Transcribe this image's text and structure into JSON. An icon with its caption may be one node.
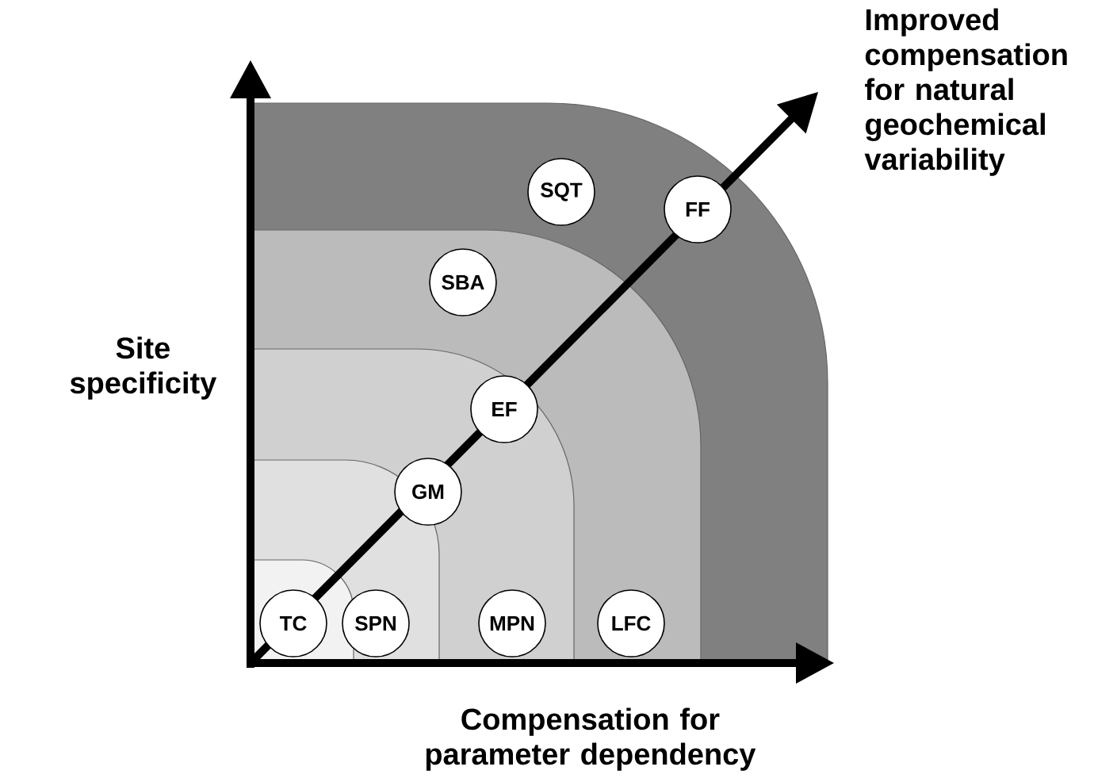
{
  "diagram": {
    "nodes": [
      {
        "text": [
          "SQT"
        ]
      },
      {
        "text": [
          "FF"
        ]
      },
      {
        "text": [
          "SBA"
        ]
      },
      {
        "text": [
          "EF"
        ]
      },
      {
        "text": [
          "GM"
        ]
      },
      {
        "text": [
          "TC"
        ]
      },
      {
        "text": [
          "SPN"
        ]
      },
      {
        "text": [
          "MPN"
        ]
      },
      {
        "text": [
          "LFC"
        ]
      }
    ],
    "labels": [
      "Improved compensation for natural geochemical variability",
      "Site specificity",
      "Compensation for parameter dependency"
    ]
  }
}
